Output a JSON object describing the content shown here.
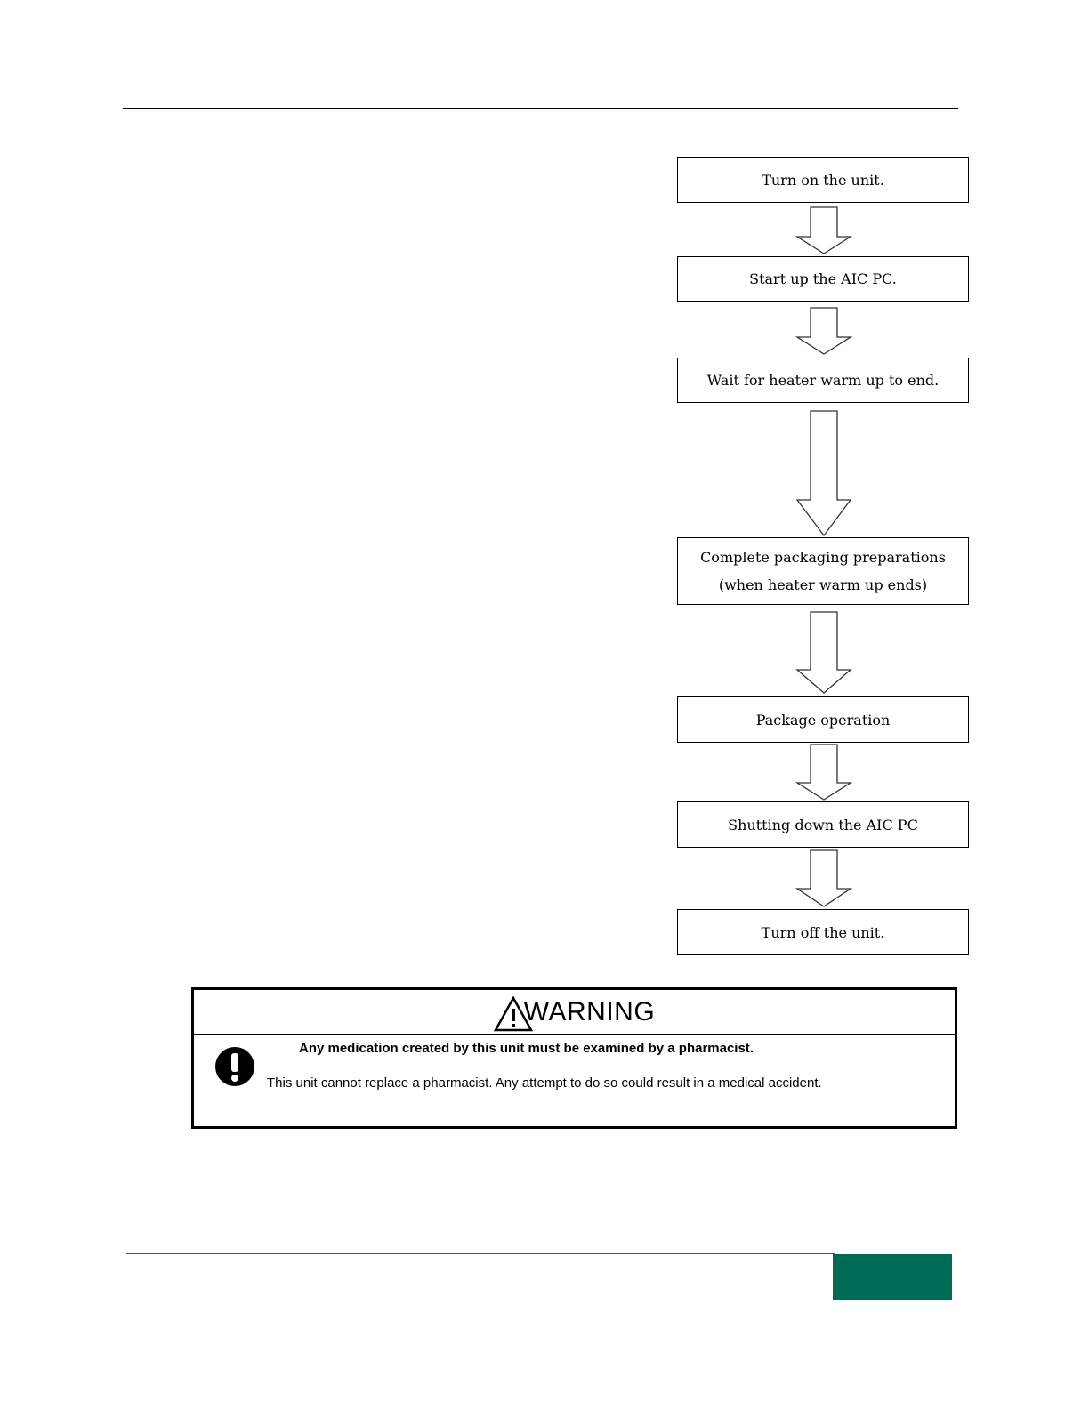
{
  "flowchart": {
    "steps": [
      {
        "lines": [
          "Turn on the unit."
        ]
      },
      {
        "lines": [
          "Start up the AIC PC."
        ]
      },
      {
        "lines": [
          "Wait for heater warm up to end."
        ]
      },
      {
        "lines": [
          "Complete packaging preparations",
          "(when heater warm up ends)"
        ]
      },
      {
        "lines": [
          "Package operation"
        ]
      },
      {
        "lines": [
          "Shutting down the AIC PC"
        ]
      },
      {
        "lines": [
          "Turn off the unit."
        ]
      }
    ]
  },
  "warning": {
    "title": "WARNING",
    "icon": "warning-triangle-icon",
    "mandatory_icon": "exclamation-circle-icon",
    "headline": "Any medication created by this unit must be examined by a pharmacist.",
    "detail": "This unit cannot replace a pharmacist. Any attempt to do so could result in a medical accident."
  },
  "colors": {
    "page_tab": "#006b54",
    "rule": "#000000"
  }
}
